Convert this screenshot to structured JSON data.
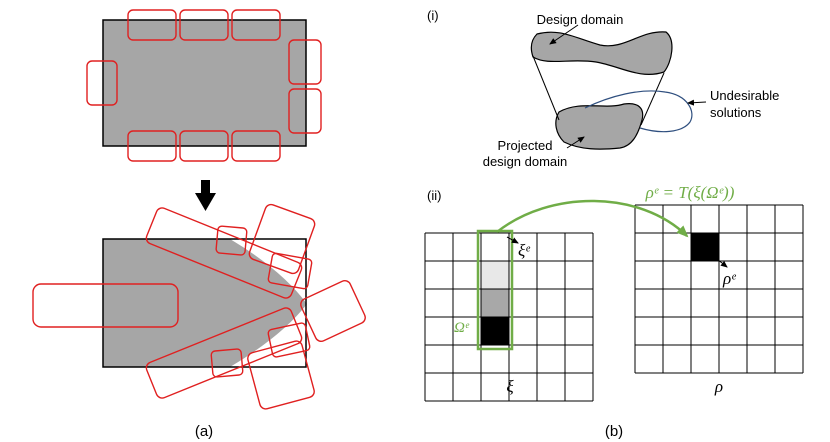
{
  "colors": {
    "shape_fill": "#a6a6a6",
    "outline_red": "#e02020",
    "green": "#70ad47",
    "curve_blue": "#2f4f7f",
    "ink": "#000000",
    "light_gray": "#e8e8e8",
    "mid_gray": "#a8a8a8"
  },
  "panels": {
    "a_label": "(a)",
    "b_label": "(b)",
    "i_label": "(i)",
    "ii_label": "(ii)"
  },
  "part_i": {
    "design_domain": "Design domain",
    "undesirable_line1": "Undesirable",
    "undesirable_line2": "solutions",
    "projected_line1": "Projected",
    "projected_line2": "design domain"
  },
  "part_ii": {
    "mapping_equation": "ρᵉ = T(ξ(Ωᵉ))",
    "xi_e_label": "ξᵉ",
    "omega_e_label": "Ωᵉ",
    "rho_e_label": "ρᵉ",
    "left_grid_label": "ξ",
    "right_grid_label": "ρ"
  },
  "icons": [
    "down-arrow-icon"
  ]
}
